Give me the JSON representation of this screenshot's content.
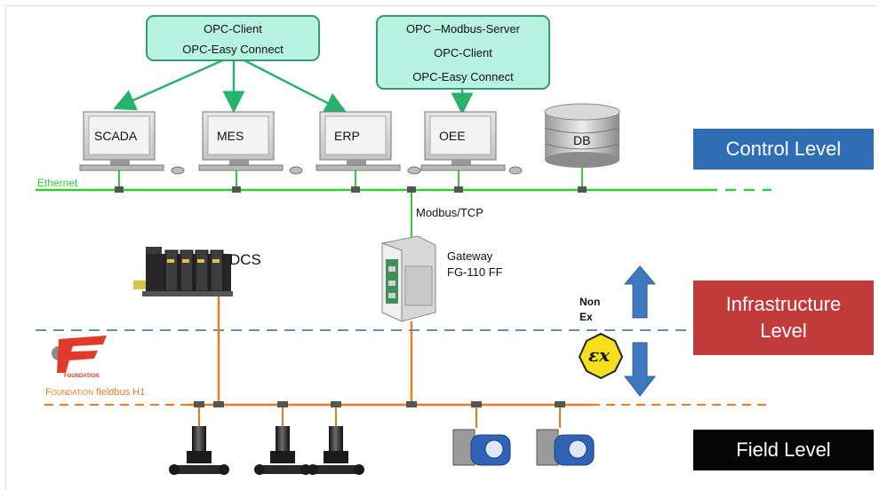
{
  "opc_box_1": {
    "line1": "OPC-Client",
    "line2": "OPC-Easy Connect"
  },
  "opc_box_2": {
    "line1": "OPC –Modbus-Server",
    "line2": "OPC-Client",
    "line3": "OPC-Easy Connect"
  },
  "workstations": [
    {
      "label": "SCADA"
    },
    {
      "label": "MES"
    },
    {
      "label": "ERP"
    },
    {
      "label": "OEE"
    }
  ],
  "database": {
    "label": "DB"
  },
  "ethernet": {
    "label": "Ethernet",
    "color": "#33cc33"
  },
  "modbus": {
    "label": "Modbus/TCP"
  },
  "dcs": {
    "label": "DCS"
  },
  "gateway": {
    "line1": "Gateway",
    "line2": "FG-110 FF"
  },
  "zone": {
    "nonex_line1": "Non",
    "nonex_line2": "Ex",
    "ex_symbol": "εx",
    "divider_color": "#5b8fc9"
  },
  "fieldbus": {
    "logo_word": "FOUNDATION",
    "logo_small": "FOUNDATION",
    "label_small_caps": "Foundation",
    "label_rest": " fieldbus H1",
    "color": "#f07a1a"
  },
  "levels": {
    "control": {
      "label": "Control Level",
      "color": "#2f6db5"
    },
    "infrastructure": {
      "line1": "Infrastructure",
      "line2": "Level",
      "color": "#c23b3b"
    },
    "field": {
      "label": "Field Level",
      "color": "#050505"
    }
  },
  "icons": [
    "workstation-icon",
    "database-icon",
    "dcs-icon",
    "gateway-icon",
    "pump-icon",
    "transmitter-icon",
    "arrow-up-icon",
    "arrow-down-icon",
    "ex-symbol-icon",
    "foundation-logo-icon"
  ]
}
